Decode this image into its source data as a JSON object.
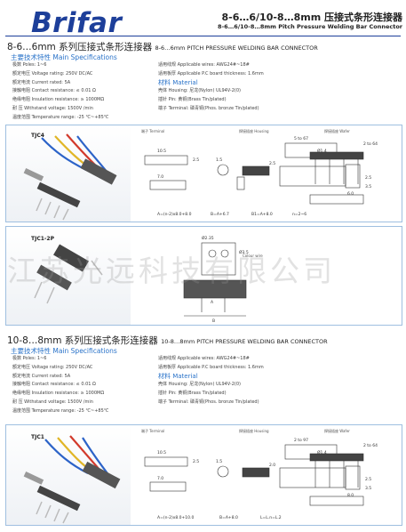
{
  "header": {
    "logo": "Brifar",
    "title": "8-6…6/10-8…8mm 压接式条形连接器",
    "subtitle": "8-6…6/10-8…8mm Pitch Pressure Welding Bar Connector"
  },
  "section1": {
    "title": "8-6…6mm 系列压接式条形连接器",
    "title_en": "8-6…6mm PITCH PRESSURE WELDING BAR CONNECTOR",
    "spec_heading": "主要技术特性 Main Specifications",
    "specs_left": [
      "极数 Poles: 1~6",
      "额定电压 Voltage rating: 250V DC/AC",
      "额定电流 Current rated: 5A",
      "接触电阻 Contact resistance: ≤ 0.01 Ω",
      "绝缘电阻 Insulation resistance: ≥ 1000MΩ",
      "耐  压 Withstand voltage: 1500V /min",
      "温度范围 Temperature range: -25 ℃~+85℃"
    ],
    "specs_right": [
      "适用线规 Applicable wires: AWG24#~18#",
      "适用板厚 Applicable P.C board thickness: 1.6mm"
    ],
    "material_heading": "材料 Material",
    "materials": [
      "壳体 Housing: 尼龙(Nylon) UL94V-2(0)",
      "插针 Pin: 黄铜(Brass Tin/plated)",
      "端子 Terminal: 磷青铜(Phos. bronze  Tin/plated)"
    ]
  },
  "box1": {
    "label": "TJC4",
    "captions": [
      "端子 Terminal",
      "焊接插座 Housing",
      "焊接插座 Wafer"
    ],
    "dims": [
      "10.5",
      "7.0",
      "2.5",
      "1.5",
      "5 to 67",
      "2 to 64",
      "2.5",
      "Ø1.4",
      "6.0",
      "2.5",
      "3.5"
    ],
    "formulas": [
      "A=(n-2)x8.0+8.0",
      "B=A+6.7",
      "B1=A+8.0",
      "n=2~6"
    ]
  },
  "box2": {
    "label": "TJC1-2P",
    "captions": [
      "Colour wire"
    ],
    "dims": [
      "Ø2.35",
      "Ø3.5",
      "A",
      "B"
    ]
  },
  "watermark": "江苏光远科技有限公司",
  "section2": {
    "title": "10-8…8mm 系列压接式条形连接器",
    "title_en": "10-8…8mm PITCH PRESSURE WELDING BAR CONNECTOR",
    "spec_heading": "主要技术特性 Main Specifications",
    "specs_left": [
      "极数 Poles: 1~6",
      "额定电压 Voltage rating: 250V DC/AC",
      "额定电流 Current rated: 5A",
      "接触电阻 Contact resistance: ≤ 0.01 Ω",
      "绝缘电阻 Insulation resistance: ≥ 1000MΩ",
      "耐  压 Withstand voltage: 1500V /min",
      "温度范围 Temperature range: -25 ℃~+85℃"
    ],
    "specs_right": [
      "适用线规 Applicable wires: AWG24#~18#",
      "适用板厚 Applicable P.C board thickness: 1.6mm"
    ],
    "material_heading": "材料 Material",
    "materials": [
      "壳体 Housing: 尼龙(Nylon) UL94V-2(0)",
      "插针 Pin: 黄铜(Brass Tin/plated)",
      "端子 Terminal: 磷青铜(Phos. bronze  Tin/plated)"
    ]
  },
  "box3": {
    "label": "TJC1",
    "captions": [
      "端子 Terminal",
      "焊接插座 Housing",
      "焊接插座 Wafer"
    ],
    "dims": [
      "10.5",
      "7.0",
      "2.5",
      "1.5",
      "2 to 97",
      "2 to 64",
      "2.0",
      "Ø1.4",
      "8.0",
      "2.5",
      "3.5"
    ],
    "formulas": [
      "A=(n-2)x8.0+10.0",
      "B=A+8.0",
      "L=L.n=L.2"
    ]
  },
  "colors": {
    "brand": "#1d3f9a",
    "accent": "#2a73c9",
    "box_border": "#9fbfe0",
    "wire_red": "#d23a2c",
    "wire_blue": "#2c63c8",
    "wire_yellow": "#e1b627",
    "housing": "#555555",
    "pin": "#bfbfbf"
  }
}
